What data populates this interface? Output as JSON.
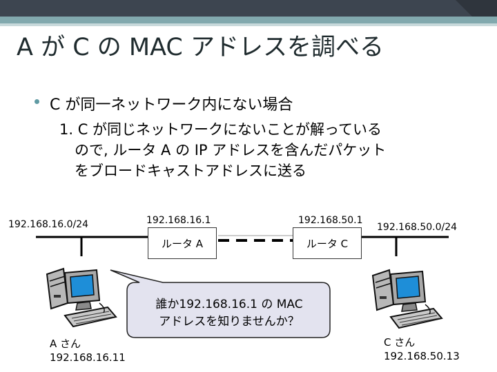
{
  "slide": {
    "title": "A が C の MAC アドレスを調べる",
    "bullet": "C が同一ネットワーク内にない場合",
    "numbered": [
      "1. C が同じネットワークにないことが解っている",
      "ので, ルータ A の IP アドレスを含んだパケット",
      "をブロードキャストアドレスに送る"
    ]
  },
  "diagram": {
    "net_left_label": "192.168.16.0/24",
    "net_right_label": "192.168.50.0/24",
    "router_a_ip": "192.168.16.1",
    "router_c_ip": "192.168.50.1",
    "router_a_label": "ルータ A",
    "router_c_label": "ルータ C",
    "callout_line1": "誰か192.168.16.1 の MAC",
    "callout_line2": "アドレスを知りませんか？",
    "host_a_name": "A  さん",
    "host_a_ip": "192.168.16.11",
    "host_c_name": "C さん",
    "host_c_ip": "192.168.50.13"
  },
  "colors": {
    "header_dark": "#3d4550",
    "header_teal": "#82a9ae",
    "bullet_accent": "#5f9aa3",
    "callout_fill": "#e3e3ef",
    "monitor_screen": "#1e8ed8"
  }
}
